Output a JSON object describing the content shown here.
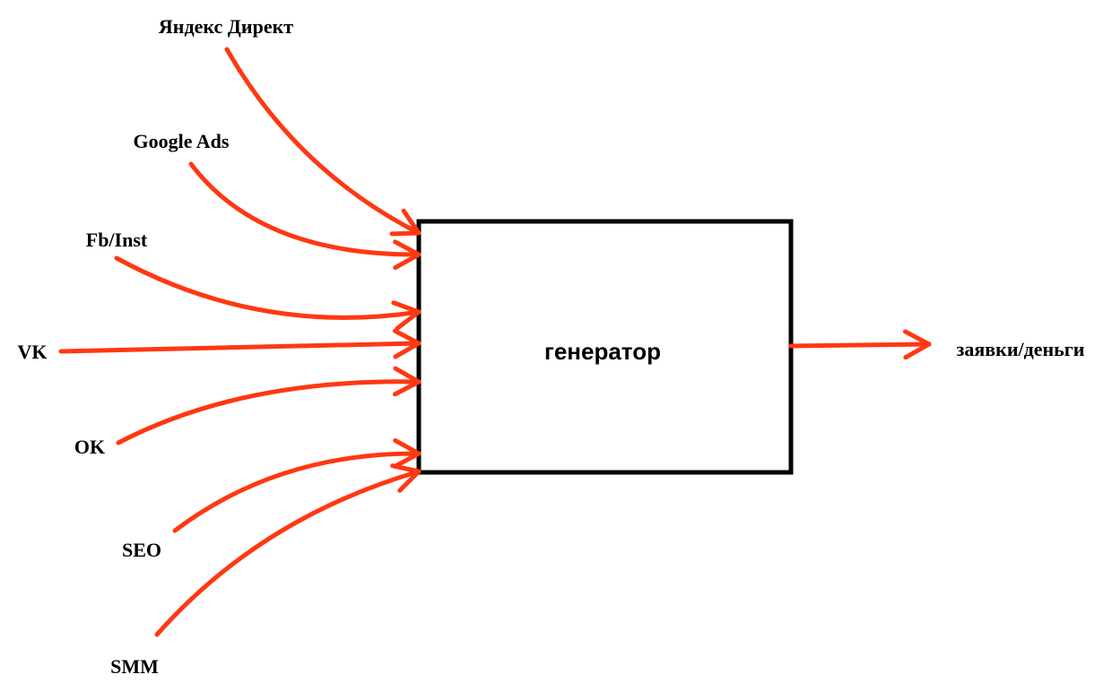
{
  "diagram": {
    "center_label": "генератор",
    "output_label": "заявки/деньги",
    "inputs": [
      {
        "label": "Яндекс Директ"
      },
      {
        "label": "Google Ads"
      },
      {
        "label": "Fb/Inst"
      },
      {
        "label": "VK"
      },
      {
        "label": "OK"
      },
      {
        "label": "SEO"
      },
      {
        "label": "SMM"
      }
    ],
    "colors": {
      "arrow": "#ff3811",
      "box": "#000000"
    }
  }
}
